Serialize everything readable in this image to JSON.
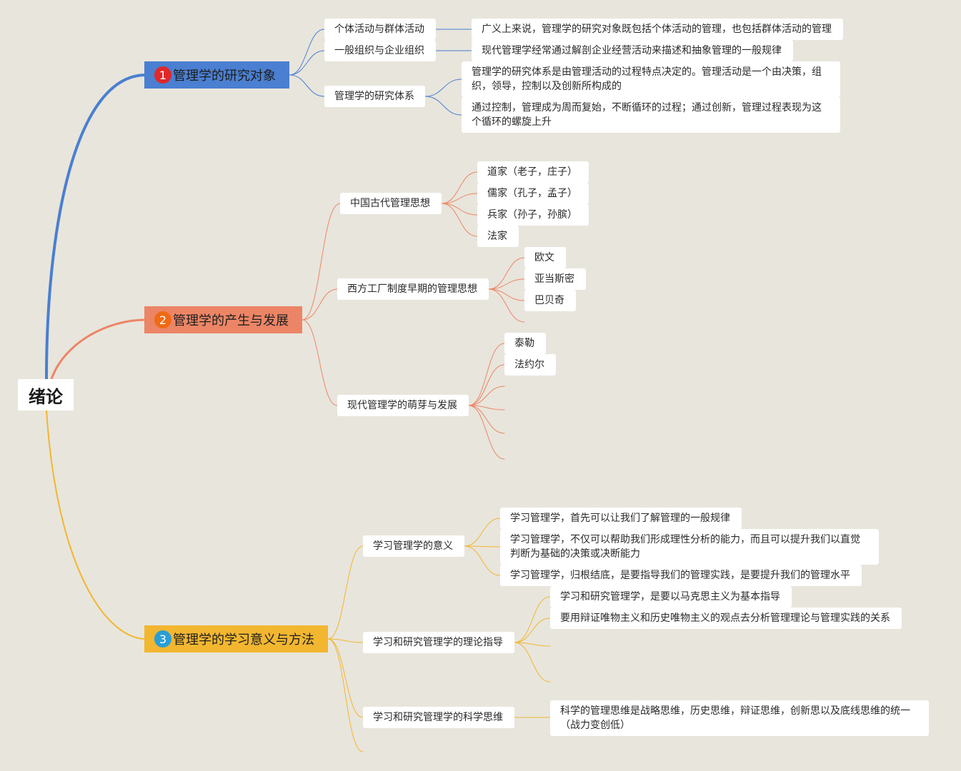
{
  "root": {
    "label": "绪论"
  },
  "branches": [
    {
      "id": "b1",
      "number": "1",
      "label": "管理学的研究对象",
      "color": "#4a7fd1",
      "badge_color": "#e02828",
      "subs": [
        {
          "label": "个体活动与群体活动",
          "leaves": [
            "广义上来说，管理学的研究对象既包括个体活动的管理，也包括群体活动的管理"
          ]
        },
        {
          "label": "一般组织与企业组织",
          "leaves": [
            "现代管理学经常通过解剖企业经营活动来描述和抽象管理的一般规律"
          ]
        },
        {
          "label": "管理学的研究体系",
          "leaves": [
            "管理学的研究体系是由管理活动的过程特点决定的。管理活动是一个由决策，组织，领导，控制以及创新所构成的",
            "通过控制，管理成为周而复始，不断循环的过程；通过创新，管理过程表现为这个循环的螺旋上升"
          ]
        }
      ]
    },
    {
      "id": "b2",
      "number": "2",
      "label": "管理学的产生与发展",
      "color": "#ec8566",
      "badge_color": "#ef6a14",
      "subs": [
        {
          "label": "中国古代管理思想",
          "leaves": [
            "道家（老子，庄子）",
            "儒家（孔子，孟子）",
            "兵家（孙子，孙膑）",
            "法家"
          ]
        },
        {
          "label": "西方工厂制度早期的管理思想",
          "leaves": [
            "欧文",
            "亚当斯密",
            "巴贝奇"
          ]
        },
        {
          "label": "现代管理学的萌芽与发展",
          "leaves": [
            "泰勒",
            "法约尔"
          ]
        }
      ]
    },
    {
      "id": "b3",
      "number": "3",
      "label": "管理学的学习意义与方法",
      "color": "#f2b630",
      "badge_color": "#2a9fd6",
      "subs": [
        {
          "label": "学习管理学的意义",
          "leaves": [
            "学习管理学，首先可以让我们了解管理的一般规律",
            "学习管理学，不仅可以帮助我们形成理性分析的能力，而且可以提升我们以直觉判断为基础的决策或决断能力",
            "学习管理学，归根结底，是要指导我们的管理实践，是要提升我们的管理水平"
          ]
        },
        {
          "label": "学习和研究管理学的理论指导",
          "leaves": [
            "学习和研究管理学，是要以马克思主义为基本指导",
            "要用辩证唯物主义和历史唯物主义的观点去分析管理理论与管理实践的关系"
          ]
        },
        {
          "label": "学习和研究管理学的科学思维",
          "leaves": [
            "科学的管理思维是战略思维，历史思维，辩证思维，创新思以及底线思维的统一（战力变创低）"
          ]
        }
      ]
    }
  ]
}
